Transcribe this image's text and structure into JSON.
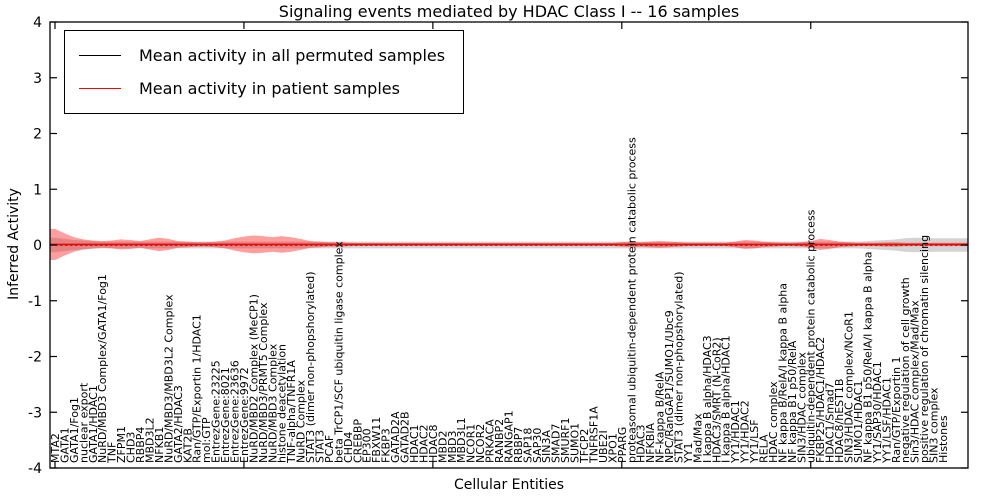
{
  "chart_data": {
    "type": "line",
    "title": "Signaling events mediated by HDAC Class I -- 16 samples",
    "xlabel": "Cellular Entities",
    "ylabel": "Inferred Activity",
    "ylim": [
      -4,
      4
    ],
    "yticks": [
      -4,
      -3,
      -2,
      -1,
      0,
      1,
      2,
      3,
      4
    ],
    "xticks_every": 20,
    "grid": false,
    "legend_position": "upper left",
    "note": "Both mean-activity lines are approximately 0 across all cellular entities; shaded bands show spread (red = patient samples, gray = permuted samples).",
    "categories": [
      "MTA2",
      "GATA1",
      "GATA1/Fog1",
      "nuclear export",
      "GATA1/HDAC1",
      "NuRD/MBD3 Complex/GATA1/Fog1",
      "TNF",
      "ZFPM1",
      "CHD3",
      "RBBP4",
      "MBD3L2",
      "NFKB1",
      "NuRD/MBD3/MBD3L2 Complex",
      "GATA2/HDAC3",
      "KAT2B",
      "Ran/GTP/Exportin 1/HDAC1",
      "mol:GTP",
      "EntrezGene:23225",
      "EntrezGene:8021",
      "EntrezGene:23636",
      "EntrezGene:9972",
      "NuRD/MBD2 Complex (MeCP1)",
      "NuRD/MBD3/PRMT5 Complex",
      "NuRD/MBD3 Complex",
      "histone deacetylation",
      "TNF-alpha/TNFR1A",
      "NuRD Complex",
      "STAT3 (dimer non-phopshorylated)",
      "STAT3",
      "PCAF",
      "beta TrCP1/SCF ubiquitin ligase complex",
      "CHD4",
      "CREBBP",
      "EP300",
      "FBXW11",
      "FKBP3",
      "GATAD2A",
      "GATAD2B",
      "HDAC1",
      "HDAC2",
      "HDAC8",
      "MBD2",
      "MBD3",
      "MBD3L1",
      "NCOR1",
      "NCOR2",
      "PRKACA",
      "RANBP2",
      "RANGAP1",
      "RBBP7",
      "SAP18",
      "SAP30",
      "SIN3A",
      "SMAD7",
      "SMURF1",
      "SUMO1",
      "TFCP2",
      "TNFRSF1A",
      "UBE2I",
      "XPO1",
      "PPARG",
      "proteasomal ubiquitin-dependent protein catabolic process",
      "HDAC3",
      "NFKBIA",
      "NF-kappa B/RelA",
      "NPC/RanGAP1/SUMO1/Ubc9",
      "STAT3 (dimer non-phopshorylated)",
      "YY1",
      "Mad/Max",
      "I kappa B alpha/HDAC3",
      "HDAC3/SMRT (N-CoR2)",
      "I kappa B alpha/HDAC1",
      "YY1/HDAC1",
      "YY1/HDAC2",
      "YY1/LSF",
      "RELA",
      "HDAC complex",
      "NF kappa B/RelA/I kappa B alpha",
      "NF kappa B1 p50/RelA",
      "SIN3/HDAC complex",
      "ubiquitin-dependent protein catabolic process",
      "FKBP25/HDAC1/HDAC2",
      "HDAC1/Smad7",
      "HDAC8/hEST1B",
      "SIN3/HDAC complex/NCoR1",
      "SUMO1/HDAC1",
      "NF kappa B1 p50/RelA/I kappa B alpha",
      "YY1/SAP30/HDAC1",
      "YY1/LSF/HDAC1",
      "Ran/GTP/Exportin 1",
      "negative regulation of cell growth",
      "Sin3/HDAC complex/Mad/Max",
      "positive regulation of chromatin silencing",
      "SIN3 complex",
      "Histones"
    ],
    "series": [
      {
        "name": "Mean activity in all permuted samples",
        "color": "#000000",
        "line_style": "dashed",
        "mean": 0.0,
        "band_color": "#808080",
        "band_opacity": 0.35,
        "band_halfwidth": [
          0.13,
          0.11,
          0.09,
          0.08,
          0.07,
          0.06,
          0.06,
          0.06,
          0.06,
          0.06,
          0.06,
          0.06,
          0.06,
          0.06,
          0.06,
          0.06,
          0.06,
          0.06,
          0.06,
          0.06,
          0.06,
          0.06,
          0.06,
          0.06,
          0.06,
          0.06,
          0.06,
          0.06,
          0.06,
          0.06,
          0.06,
          0.06,
          0.06,
          0.06,
          0.06,
          0.06,
          0.06,
          0.06,
          0.06,
          0.06,
          0.06,
          0.06,
          0.06,
          0.06,
          0.06,
          0.06,
          0.06,
          0.06,
          0.06,
          0.06,
          0.06,
          0.06,
          0.06,
          0.06,
          0.06,
          0.06,
          0.06,
          0.06,
          0.06,
          0.06,
          0.06,
          0.06,
          0.06,
          0.06,
          0.06,
          0.06,
          0.06,
          0.06,
          0.06,
          0.06,
          0.06,
          0.06,
          0.06,
          0.06,
          0.06,
          0.06,
          0.06,
          0.06,
          0.06,
          0.06,
          0.06,
          0.06,
          0.06,
          0.06,
          0.06,
          0.06,
          0.07,
          0.08,
          0.09,
          0.1,
          0.12,
          0.13,
          0.13,
          0.12,
          0.12
        ]
      },
      {
        "name": "Mean activity in patient samples",
        "color": "#ff0000",
        "line_style": "solid",
        "mean": 0.01,
        "band_color": "#ff0000",
        "band_opacity": 0.38,
        "band_halfwidth": [
          0.28,
          0.2,
          0.13,
          0.09,
          0.07,
          0.06,
          0.07,
          0.09,
          0.08,
          0.06,
          0.09,
          0.12,
          0.1,
          0.06,
          0.05,
          0.04,
          0.04,
          0.05,
          0.07,
          0.11,
          0.14,
          0.16,
          0.15,
          0.13,
          0.15,
          0.13,
          0.1,
          0.06,
          0.05,
          0.04,
          0.04,
          0.03,
          0.025,
          0.025,
          0.025,
          0.025,
          0.025,
          0.025,
          0.025,
          0.025,
          0.025,
          0.025,
          0.025,
          0.025,
          0.025,
          0.025,
          0.025,
          0.025,
          0.025,
          0.025,
          0.025,
          0.025,
          0.025,
          0.025,
          0.025,
          0.025,
          0.025,
          0.025,
          0.025,
          0.025,
          0.04,
          0.05,
          0.04,
          0.05,
          0.06,
          0.05,
          0.04,
          0.03,
          0.03,
          0.03,
          0.03,
          0.03,
          0.05,
          0.08,
          0.07,
          0.05,
          0.04,
          0.03,
          0.03,
          0.04,
          0.06,
          0.1,
          0.08,
          0.05,
          0.04,
          0.03,
          0.03,
          0.03,
          0.04,
          0.04,
          0.03,
          0.03,
          0.03,
          0.03,
          0.03
        ]
      }
    ]
  }
}
